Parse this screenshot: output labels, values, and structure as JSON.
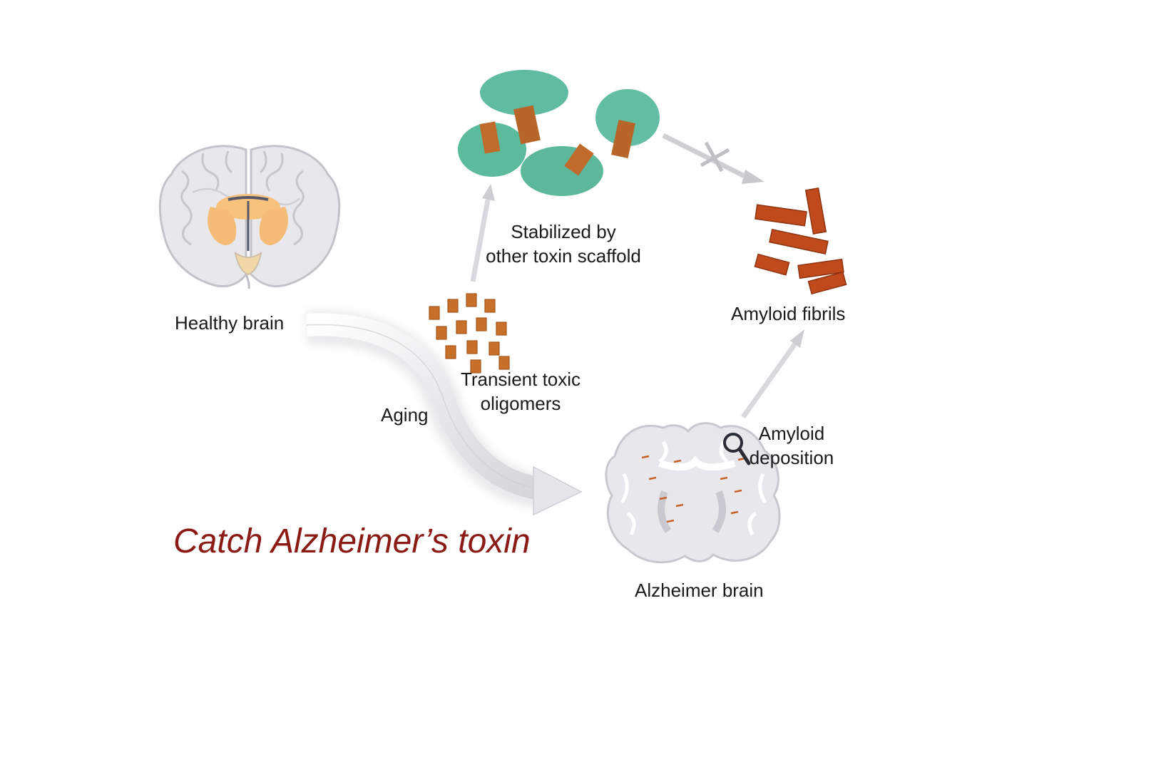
{
  "title": "Catch Alzheimer’s toxin",
  "nodes": {
    "healthy_brain": "Healthy brain",
    "aging": "Aging",
    "oligomers": [
      "Transient toxic",
      "oligomers"
    ],
    "stabilized": [
      "Stabilized by",
      "other toxin scaffold"
    ],
    "fibrils": "Amyloid fibrils",
    "deposition": [
      "Amyloid",
      "deposition"
    ],
    "alzheimer_brain": "Alzheimer brain"
  },
  "colors": {
    "title": "#8b1a14",
    "scaffold_green": "#3fae8c",
    "oligomer_orange": "#c8702a",
    "fibril_red": "#c04a1c",
    "brain_gray": "#e6e6e9",
    "brain_nuclei": "#f5c27a"
  }
}
